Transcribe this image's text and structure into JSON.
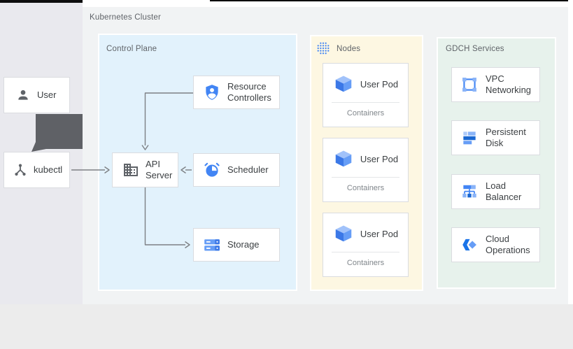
{
  "colors": {
    "accent": "#4285f4",
    "cluster_bg": "#f1f3f4",
    "leftcol_bg": "#e9e9ee",
    "footer_bg": "#ececec",
    "cp_bg": "#e2f2fc",
    "nodes_bg": "#fdf7e2",
    "gdch_bg": "#e7f2ec",
    "card_border": "#dadce0",
    "ink": "#3c4043",
    "muted": "#5f6368",
    "muted_light": "#80868b",
    "arrow": "#7d8084",
    "blob": "#5f6166"
  },
  "cluster": {
    "label": "Kubernetes Cluster"
  },
  "actors": {
    "user": "User",
    "kubectl": "kubectl"
  },
  "control_plane": {
    "label": "Control Plane",
    "resource_controllers": "Resource Controllers",
    "api_server": "API Server",
    "scheduler": "Scheduler",
    "storage": "Storage"
  },
  "nodes": {
    "label": "Nodes",
    "pods": [
      {
        "title": "User Pod",
        "subtitle": "Containers"
      },
      {
        "title": "User Pod",
        "subtitle": "Containers"
      },
      {
        "title": "User Pod",
        "subtitle": "Containers"
      }
    ]
  },
  "gdch": {
    "label": "GDCH Services",
    "services": [
      "VPC Networking",
      "Persistent Disk",
      "Load Balancer",
      "Cloud Operations"
    ]
  }
}
